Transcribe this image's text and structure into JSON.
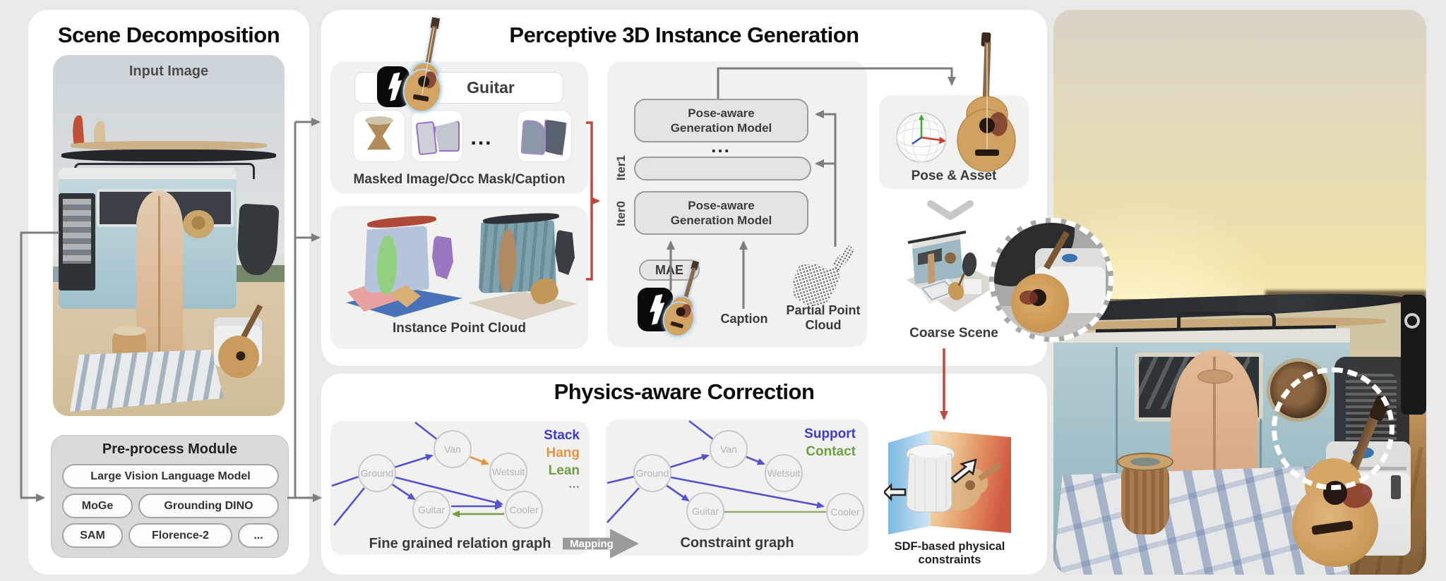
{
  "scene_decomposition": {
    "title": "Scene Decomposition",
    "input_image_label": "Input Image",
    "preprocess": {
      "title": "Pre-process Module",
      "items": [
        "Large Vision Language Model",
        "MoGe",
        "Grounding DINO",
        "SAM",
        "Florence-2",
        "..."
      ]
    }
  },
  "instance_generation": {
    "title": "Perceptive 3D Instance Generation",
    "caption_chip": "Guitar",
    "masked_label": "Masked Image/Occ Mask/Caption",
    "thumbnail_dots": "...",
    "point_cloud_label": "Instance Point Cloud",
    "iterative": {
      "model_label": "Pose-aware Generation Model",
      "dots": "...",
      "iter1": "Iter1",
      "iter0": "Iter0",
      "mae": "MAE",
      "caption": "Caption",
      "partial_point_cloud": "Partial Point Cloud"
    },
    "pose_asset_label": "Pose & Asset",
    "coarse_scene_label": "Coarse Scene"
  },
  "physics_correction": {
    "title": "Physics-aware Correction",
    "relation_graph": {
      "label": "Fine grained relation graph",
      "nodes": [
        "Ground",
        "Van",
        "Wetsuit",
        "Guitar",
        "Cooler"
      ],
      "legend": [
        "Stack",
        "Hang",
        "Lean",
        "..."
      ]
    },
    "constraint_graph": {
      "label": "Constraint graph",
      "nodes": [
        "Ground",
        "Van",
        "Wetsuit",
        "Guitar",
        "Cooler"
      ],
      "legend": [
        "Support",
        "Contact"
      ]
    },
    "mapping_label": "Mapping",
    "sdf_label": "SDF-based physical constraints"
  },
  "colors": {
    "stack_support_blue": "#3c3cc8",
    "hang_orange": "#e8923f",
    "lean_contact_green": "#6f9e46",
    "edge_blue": "#5353d2",
    "red_connector": "#c0473c",
    "gray_connector": "#7d7d7d",
    "panel_white": "#ffffff",
    "subpanel_gray": "#f1f1ef",
    "module_gray": "#dadad8"
  }
}
